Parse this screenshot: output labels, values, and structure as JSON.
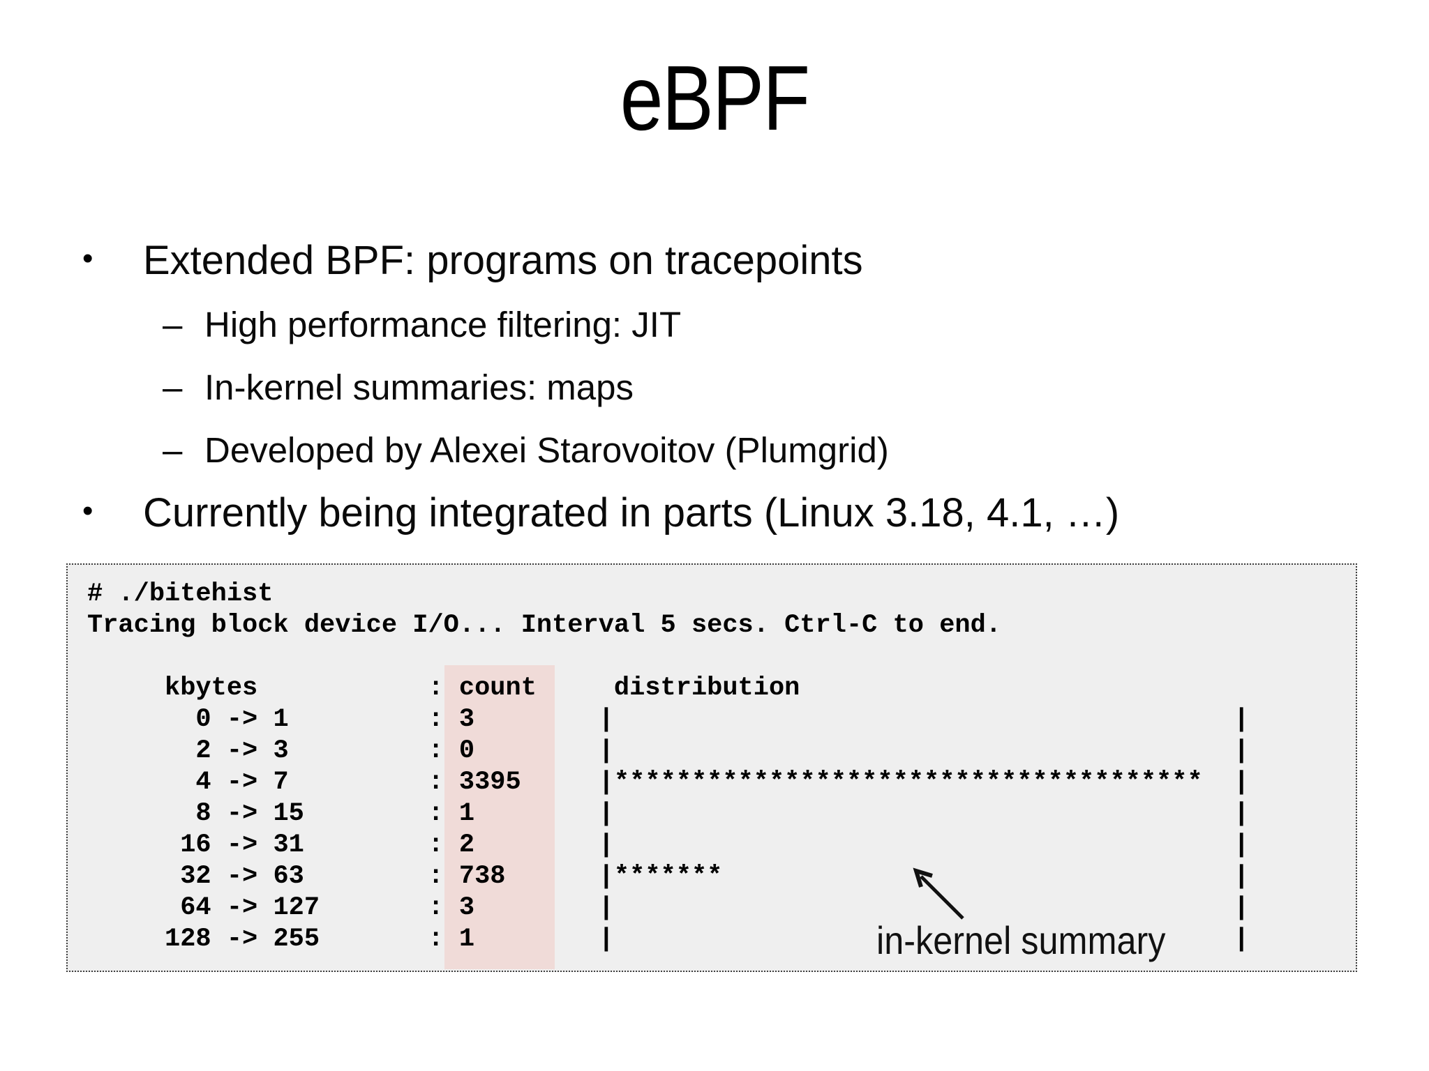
{
  "slide": {
    "title": "eBPF",
    "bullets": [
      {
        "level": 1,
        "marker": "•",
        "text": "Extended BPF: programs on tracepoints"
      },
      {
        "level": 2,
        "marker": "–",
        "text": "High performance filtering: JIT"
      },
      {
        "level": 2,
        "marker": "–",
        "text": "In-kernel summaries: maps"
      },
      {
        "level": 2,
        "marker": "–",
        "text": "Developed by Alexei Starovoitov (Plumgrid)"
      },
      {
        "level": 1,
        "marker": "•",
        "text": "Currently being integrated in parts (Linux 3.18, 4.1, …)"
      }
    ]
  },
  "terminal": {
    "command_line": "# ./bitehist",
    "status_line": "Tracing block device I/O... Interval 5 secs. Ctrl-C to end.",
    "column_headers": [
      "kbytes",
      "count",
      "distribution"
    ],
    "lines": [
      "# ./bitehist",
      "Tracing block device I/O... Interval 5 secs. Ctrl-C to end.",
      "",
      "     kbytes           : count     distribution",
      "       0 -> 1         : 3        |                                        |",
      "       2 -> 3         : 0        |                                        |",
      "       4 -> 7         : 3395     |**************************************  |",
      "       8 -> 15        : 1        |                                        |",
      "      16 -> 31        : 2        |                                        |",
      "      32 -> 63        : 738      |*******                                 |",
      "      64 -> 127       : 3        |                                        |",
      "     128 -> 255       : 1        |                                        |"
    ],
    "highlight_color": "#f0dbd8",
    "box_background": "#efefef",
    "annotation": "in-kernel summary"
  },
  "chart_data": {
    "type": "bar",
    "title": "",
    "xlabel": "kbytes",
    "ylabel": "count",
    "categories": [
      "0 -> 1",
      "2 -> 3",
      "4 -> 7",
      "8 -> 15",
      "16 -> 31",
      "32 -> 63",
      "64 -> 127",
      "128 -> 255"
    ],
    "values": [
      3,
      0,
      3395,
      1,
      2,
      738,
      3,
      1
    ],
    "star_bars": [
      0,
      0,
      38,
      0,
      0,
      7,
      0,
      0
    ],
    "legend_position": "none",
    "grid": false
  }
}
